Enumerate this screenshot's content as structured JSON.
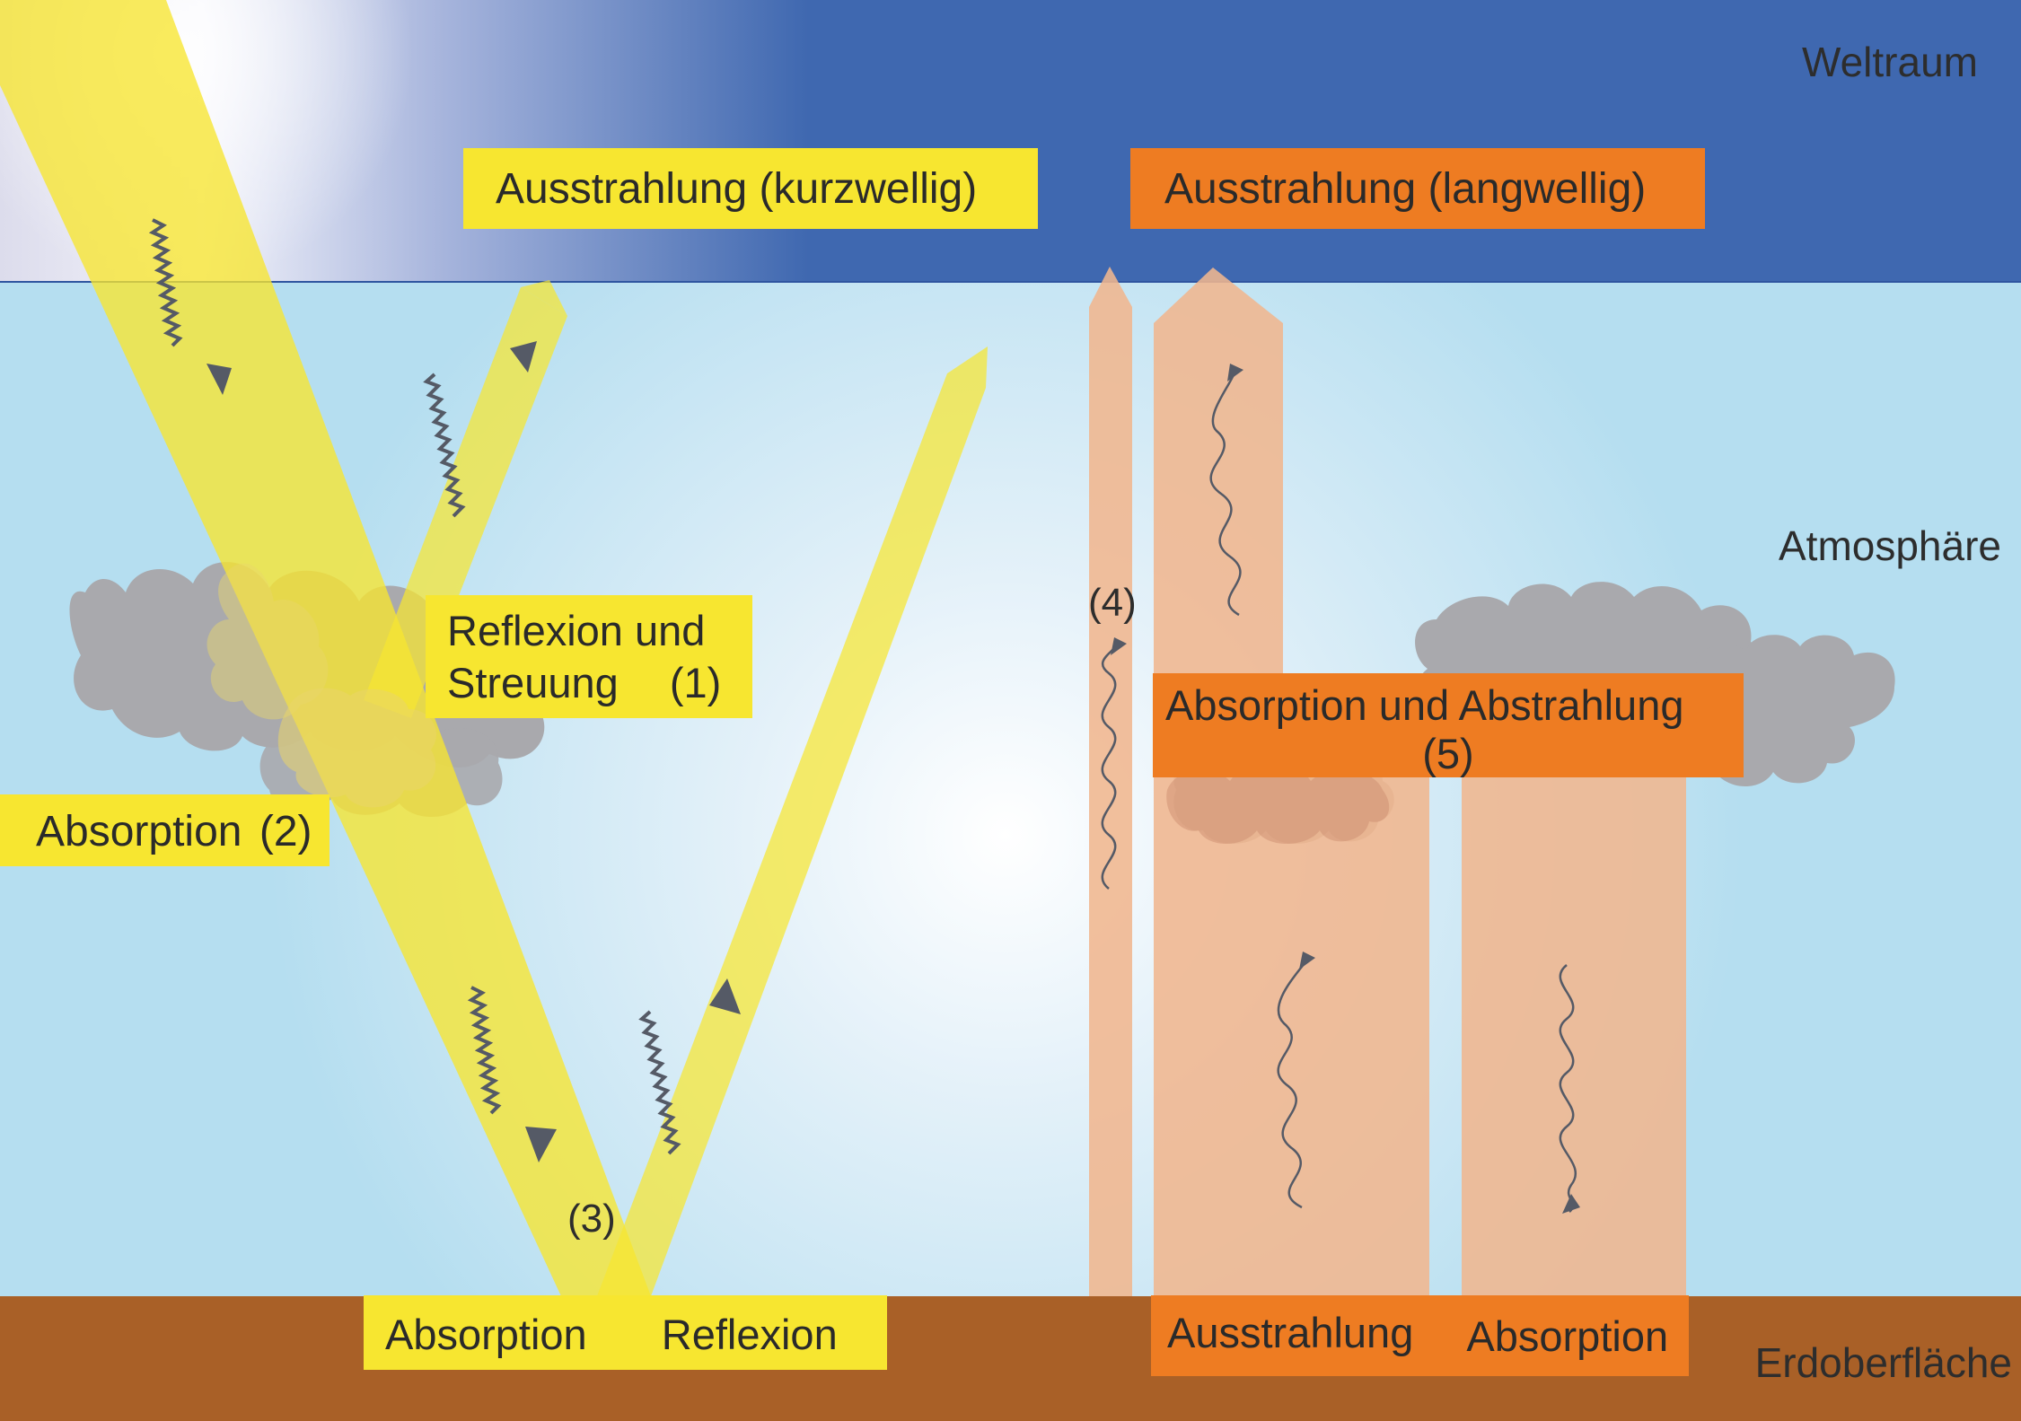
{
  "zones": {
    "space": "Weltraum",
    "atmosphere": "Atmosphäre",
    "surface": "Erdoberfläche"
  },
  "labels": {
    "shortwave_out": "Ausstrahlung (kurzwellig)",
    "longwave_out": "Ausstrahlung (langwellig)",
    "reflection_scatter_line1": "Reflexion und",
    "reflection_scatter_line2": "Streuung",
    "reflection_scatter_num": "(1)",
    "absorption_atm": "Absorption",
    "absorption_atm_num": "(2)",
    "ground_marker": "(3)",
    "ground_absorption": "Absorption",
    "ground_reflection": "Reflexion",
    "direct_marker": "(4)",
    "absorb_reemit_line1": "Absorption und Abstrahlung",
    "absorb_reemit_line2": "(5)",
    "surface_emission": "Ausstrahlung",
    "surface_absorption": "Absorption"
  },
  "icons": [
    "wavy-arrow-icon",
    "cloud-icon",
    "arrow-head-icon"
  ],
  "colors": {
    "space": "#3f68b0",
    "atmosphere": "#b5def0",
    "ground": "#a96027",
    "shortwave": "#f7e630",
    "longwave": "#ee7c22",
    "longwave_beam": "#f0b68e",
    "cloud": "#a9a9ad",
    "text": "#2d2d2d"
  }
}
